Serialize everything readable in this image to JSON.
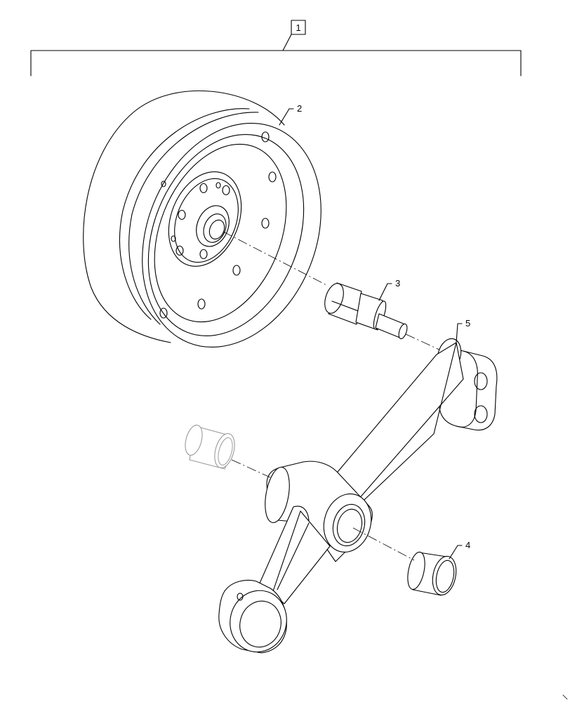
{
  "callouts": {
    "assembly": "1",
    "pulley": "2",
    "pin": "3",
    "bushing": "4",
    "arm": "5"
  }
}
